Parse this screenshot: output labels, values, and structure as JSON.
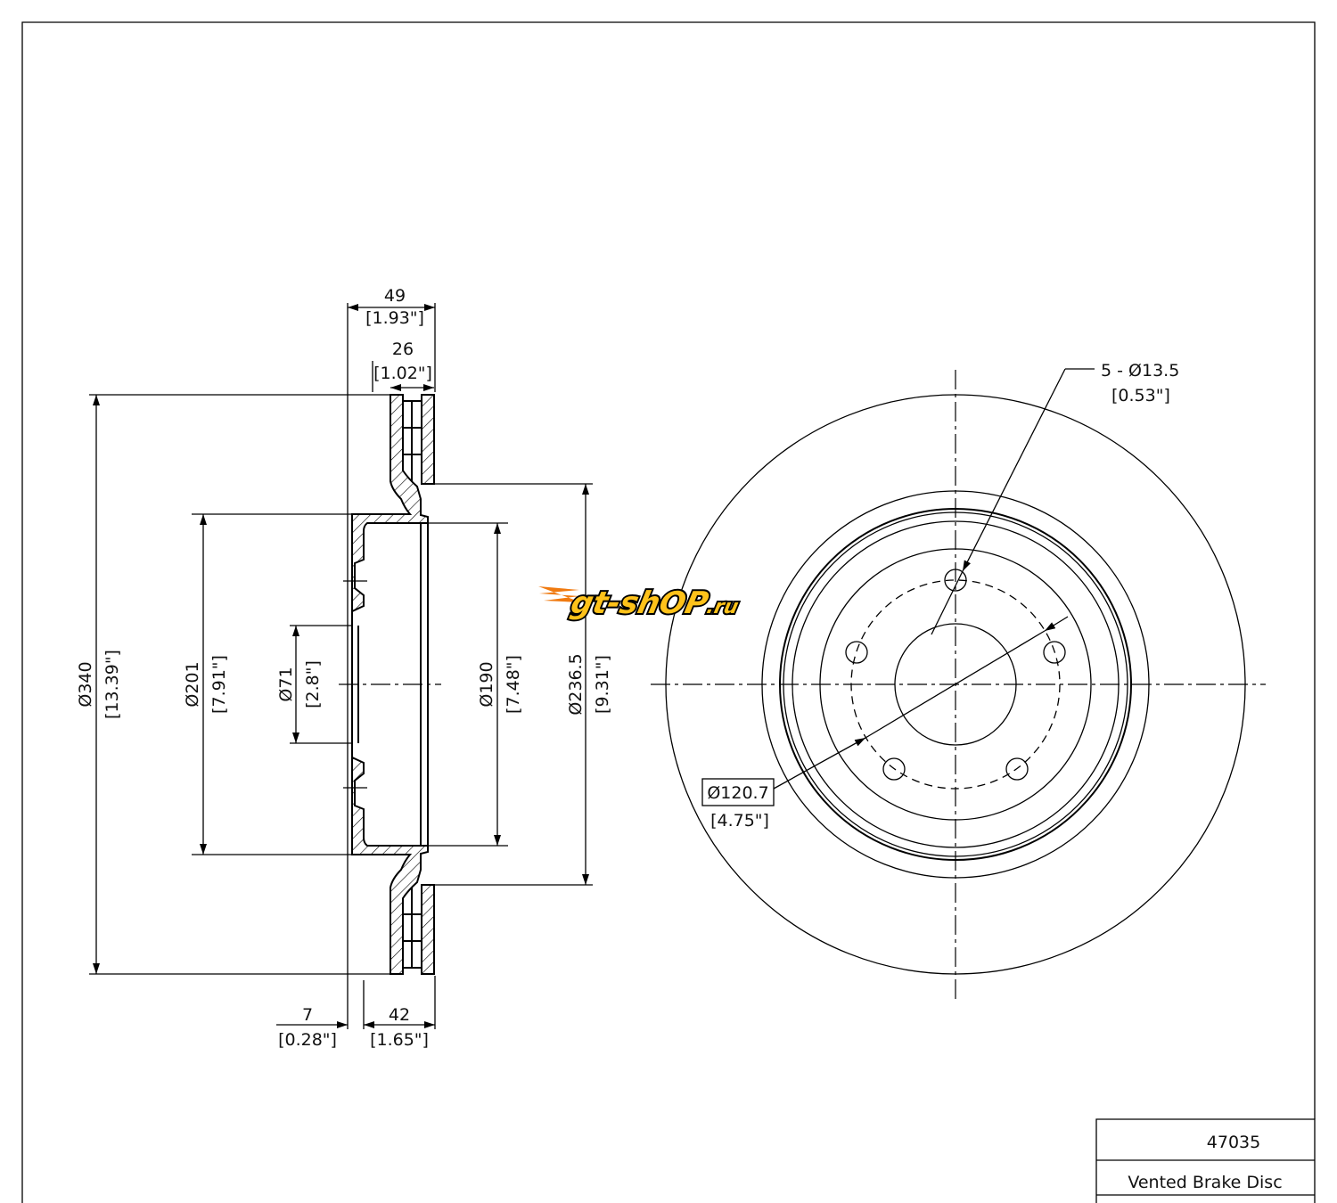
{
  "dimensions": {
    "overall_width": {
      "mm": "49",
      "in": "[1.93\"]"
    },
    "disc_thickness": {
      "mm": "26",
      "in": "[1.02\"]"
    },
    "outer_diameter": {
      "mm": "Ø340",
      "in": "[13.39\"]"
    },
    "hat_diameter": {
      "mm": "Ø201",
      "in": "[7.91\"]"
    },
    "center_bore": {
      "mm": "Ø71",
      "in": "[2.8\"]"
    },
    "inner_hat_diameter": {
      "mm": "Ø190",
      "in": "[7.48\"]"
    },
    "friction_inner_diameter": {
      "mm": "Ø236.5",
      "in": "[9.31\"]"
    },
    "hat_offset": {
      "mm": "7",
      "in": "[0.28\"]"
    },
    "hat_height": {
      "mm": "42",
      "in": "[1.65\"]"
    },
    "bolt_holes": {
      "mm": "5 - Ø13.5",
      "in": "[0.53\"]"
    },
    "bolt_circle": {
      "mm": "Ø120.7",
      "in": "[4.75\"]"
    }
  },
  "watermark": {
    "text": "gt-shop.ru",
    "colors": {
      "orange": "#f07a10",
      "yellow": "#ffc21a"
    }
  },
  "title_block": {
    "part_number": "47035",
    "description": "Vented Brake Disc"
  }
}
